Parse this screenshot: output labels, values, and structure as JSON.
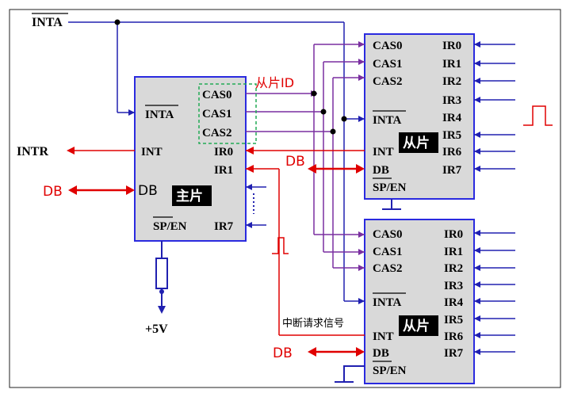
{
  "top_signal": "INTA",
  "intr_label": "INTR",
  "master": {
    "name": "主片",
    "inta": "INTA",
    "cas": [
      "CAS0",
      "CAS1",
      "CAS2"
    ],
    "int": "INT",
    "ir0": "IR0",
    "ir1": "IR1",
    "ir7": "IR7",
    "db": "DB",
    "spen": "SP/EN"
  },
  "slave1": {
    "name": "从片",
    "cas": [
      "CAS0",
      "CAS1",
      "CAS2"
    ],
    "inta": "INTA",
    "int": "INT",
    "db": "DB",
    "spen": "SP/EN",
    "ir": [
      "IR0",
      "IR1",
      "IR2",
      "IR3",
      "IR4",
      "IR5",
      "IR6",
      "IR7"
    ]
  },
  "slave2": {
    "name": "从片",
    "cas": [
      "CAS0",
      "CAS1",
      "CAS2"
    ],
    "inta": "INTA",
    "int": "INT",
    "db": "DB",
    "spen": "SP/EN",
    "ir": [
      "IR0",
      "IR1",
      "IR2",
      "IR3",
      "IR4",
      "IR5",
      "IR6",
      "IR7"
    ]
  },
  "annotations": {
    "slave_id": "从片ID",
    "db_left": "DB",
    "db_mid": "DB",
    "db_bottom": "DB",
    "interrupt_request": "中断请求信号",
    "vcc": "+5V"
  },
  "colors": {
    "chip_fill": "#d9d9d9",
    "chip_border": "#2a2adf",
    "cas_wire": "#7a2fa0",
    "bus_wire": "#2020b0",
    "signal_red": "#e00000",
    "dashed_box": "#22aa55"
  }
}
